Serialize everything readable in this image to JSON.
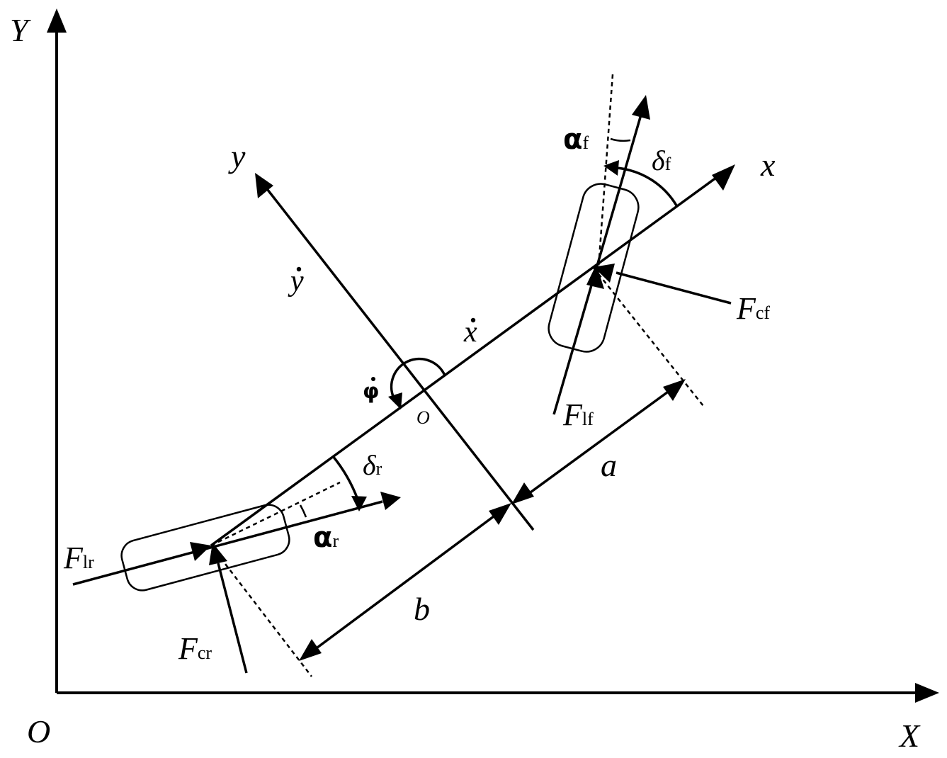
{
  "labels": {
    "Y": "Y",
    "X": "X",
    "O": "O",
    "y": "y",
    "x": "x",
    "y_dot": "y",
    "x_dot": "x",
    "o": "O",
    "phi_dot": "φ",
    "a": "a",
    "b": "b",
    "F_cf": {
      "base": "F",
      "sub": "cf"
    },
    "F_lf": {
      "base": "F",
      "sub": "lf"
    },
    "F_lr": {
      "base": "F",
      "sub": "lr"
    },
    "F_cr": {
      "base": "F",
      "sub": "cr"
    },
    "alpha_f": {
      "base": "α",
      "sub": "f"
    },
    "delta_f": {
      "base": "δ",
      "sub": "f"
    },
    "alpha_r": {
      "base": "α",
      "sub": "r"
    },
    "delta_r": {
      "base": "δ",
      "sub": "r"
    }
  }
}
